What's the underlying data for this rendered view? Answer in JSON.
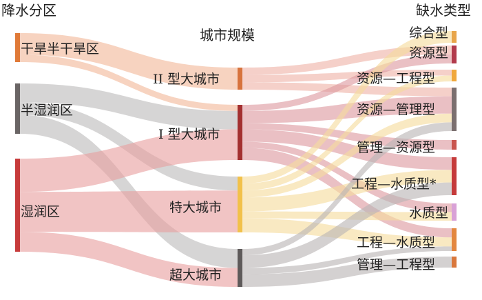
{
  "headers": {
    "col1": "降水分区",
    "col2": "城市规模",
    "col3": "缺水类型"
  },
  "columns": {
    "zones": [
      {
        "id": "z_arid",
        "label": "干旱半干旱区",
        "color": "#e07a38"
      },
      {
        "id": "z_semi",
        "label": "半湿润区",
        "color": "#6a6565"
      },
      {
        "id": "z_humid",
        "label": "湿润区",
        "color": "#c73b3b"
      }
    ],
    "sizes": [
      {
        "id": "s_ii",
        "label": "II 型大城市",
        "color": "#d7733d"
      },
      {
        "id": "s_i",
        "label": "I 型大城市",
        "color": "#a33030"
      },
      {
        "id": "s_mega",
        "label": "特大城市",
        "color": "#f2c14a"
      },
      {
        "id": "s_super",
        "label": "超大城市",
        "color": "#5e5a5a"
      }
    ],
    "types": [
      {
        "id": "t_zonghe",
        "label": "综合型",
        "color": "#e8a54a"
      },
      {
        "id": "t_ziyuan",
        "label": "资源型",
        "color": "#b23a4c"
      },
      {
        "id": "t_zy_gc",
        "label": "资源—工程型",
        "color": "#f0a83c"
      },
      {
        "id": "t_zy_gl",
        "label": "资源—管理型",
        "color": "#7b6f6f"
      },
      {
        "id": "t_gl_zy",
        "label": "管理—资源型",
        "color": "#c9554f"
      },
      {
        "id": "t_gc_szx",
        "label": "工程—水质型*",
        "color": "#c53a3a"
      },
      {
        "id": "t_shuizhi",
        "label": "水质型",
        "color": "#d9a1d6"
      },
      {
        "id": "t_gc_sz",
        "label": "工程—水质型",
        "color": "#e3873f"
      },
      {
        "id": "t_gl_gc",
        "label": "管理—工程型",
        "color": "#d9773c"
      }
    ]
  },
  "flows_zone_to_size": [
    {
      "from": "z_arid",
      "to": "s_ii",
      "value": 3,
      "color": "#f2b89a"
    },
    {
      "from": "z_arid",
      "to": "s_i",
      "value": 1,
      "color": "#f2b89a"
    },
    {
      "from": "z_semi",
      "to": "s_i",
      "value": 3,
      "color": "#bdbbbb"
    },
    {
      "from": "z_semi",
      "to": "s_mega",
      "value": 2,
      "color": "#bdbbbb"
    },
    {
      "from": "z_semi",
      "to": "s_super",
      "value": 3,
      "color": "#bdbbbb"
    },
    {
      "from": "z_humid",
      "to": "s_i",
      "value": 5,
      "color": "#e9a0a0"
    },
    {
      "from": "z_humid",
      "to": "s_mega",
      "value": 6,
      "color": "#e9a0a0"
    },
    {
      "from": "z_humid",
      "to": "s_super",
      "value": 3,
      "color": "#e9a0a0"
    }
  ],
  "flows_size_to_type": [
    {
      "from": "s_ii",
      "to": "t_ziyuan",
      "value": 1,
      "color": "#efb3a8"
    },
    {
      "from": "s_ii",
      "to": "t_zy_gc",
      "value": 1,
      "color": "#efb3a8"
    },
    {
      "from": "s_ii",
      "to": "t_zy_gl",
      "value": 1,
      "color": "#efb3a8"
    },
    {
      "from": "s_i",
      "to": "t_ziyuan",
      "value": 1,
      "color": "#dd9aa0"
    },
    {
      "from": "s_i",
      "to": "t_zy_gl",
      "value": 2,
      "color": "#dd9aa0"
    },
    {
      "from": "s_i",
      "to": "t_gl_zy",
      "value": 1,
      "color": "#dd9aa0"
    },
    {
      "from": "s_i",
      "to": "t_gc_szx",
      "value": 2,
      "color": "#dd9aa0"
    },
    {
      "from": "s_i",
      "to": "t_shuizhi",
      "value": 1,
      "color": "#dd9aa0"
    },
    {
      "from": "s_i",
      "to": "t_gc_sz",
      "value": 2,
      "color": "#dd9aa0"
    },
    {
      "from": "s_mega",
      "to": "t_zonghe",
      "value": 1,
      "color": "#f6dc9c"
    },
    {
      "from": "s_mega",
      "to": "t_zy_gc",
      "value": 1,
      "color": "#f6dc9c"
    },
    {
      "from": "s_mega",
      "to": "t_zy_gl",
      "value": 1,
      "color": "#f6dc9c"
    },
    {
      "from": "s_mega",
      "to": "t_gc_szx",
      "value": 2,
      "color": "#f6dc9c"
    },
    {
      "from": "s_mega",
      "to": "t_shuizhi",
      "value": 1,
      "color": "#f6dc9c"
    },
    {
      "from": "s_mega",
      "to": "t_gc_sz",
      "value": 2,
      "color": "#f6dc9c"
    },
    {
      "from": "s_super",
      "to": "t_zy_gl",
      "value": 1,
      "color": "#b9b5b5"
    },
    {
      "from": "s_super",
      "to": "t_gc_szx",
      "value": 2,
      "color": "#b9b5b5"
    },
    {
      "from": "s_super",
      "to": "t_gc_sz",
      "value": 1,
      "color": "#b9b5b5"
    },
    {
      "from": "s_super",
      "to": "t_gl_gc",
      "value": 2,
      "color": "#b9b5b5"
    }
  ]
}
